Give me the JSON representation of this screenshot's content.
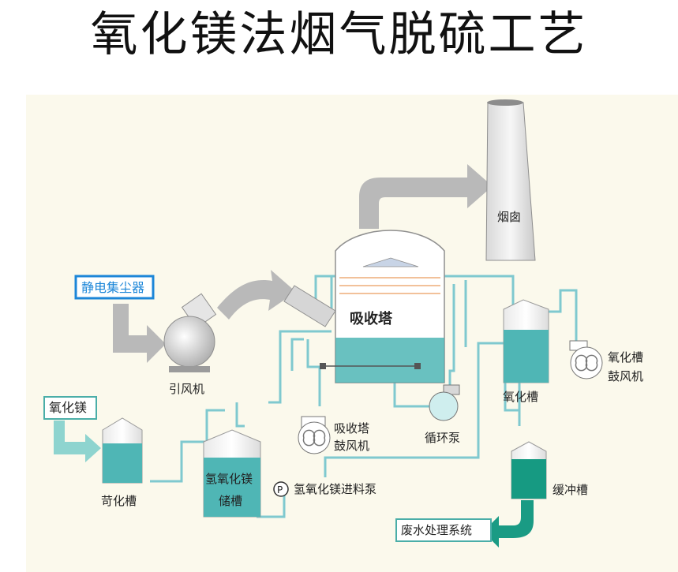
{
  "title": "氧化镁法烟气脱硫工艺",
  "labels": {
    "esp": "静电集尘器",
    "chimney": "烟囱",
    "absorber": "吸收塔",
    "induced_fan": "引风机",
    "mgo": "氧化镁",
    "slaking_tank": "苛化槽",
    "mgoh2_tank_line1": "氢氧化镁",
    "mgoh2_tank_line2": "储槽",
    "feed_pump_symbol": "P",
    "feed_pump": "氢氧化镁进料泵",
    "absorber_blower_line1": "吸收塔",
    "absorber_blower_line2": "鼓风机",
    "circulation_pump": "循环泵",
    "oxidation_tank": "氧化槽",
    "oxidation_blower_line1": "氧化槽",
    "oxidation_blower_line2": "鼓风机",
    "buffer_tank": "缓冲槽",
    "wastewater": "废水处理系统"
  },
  "colors": {
    "background_panel": "#fbf9ec",
    "pipe": "#7fc9cf",
    "liquid": "#4fb6b5",
    "liquid_dark": "#169a82",
    "flow_arrow": "#b9b9b9",
    "label_box_blue": "#1c86d8",
    "label_box_teal": "#4aaea8"
  }
}
